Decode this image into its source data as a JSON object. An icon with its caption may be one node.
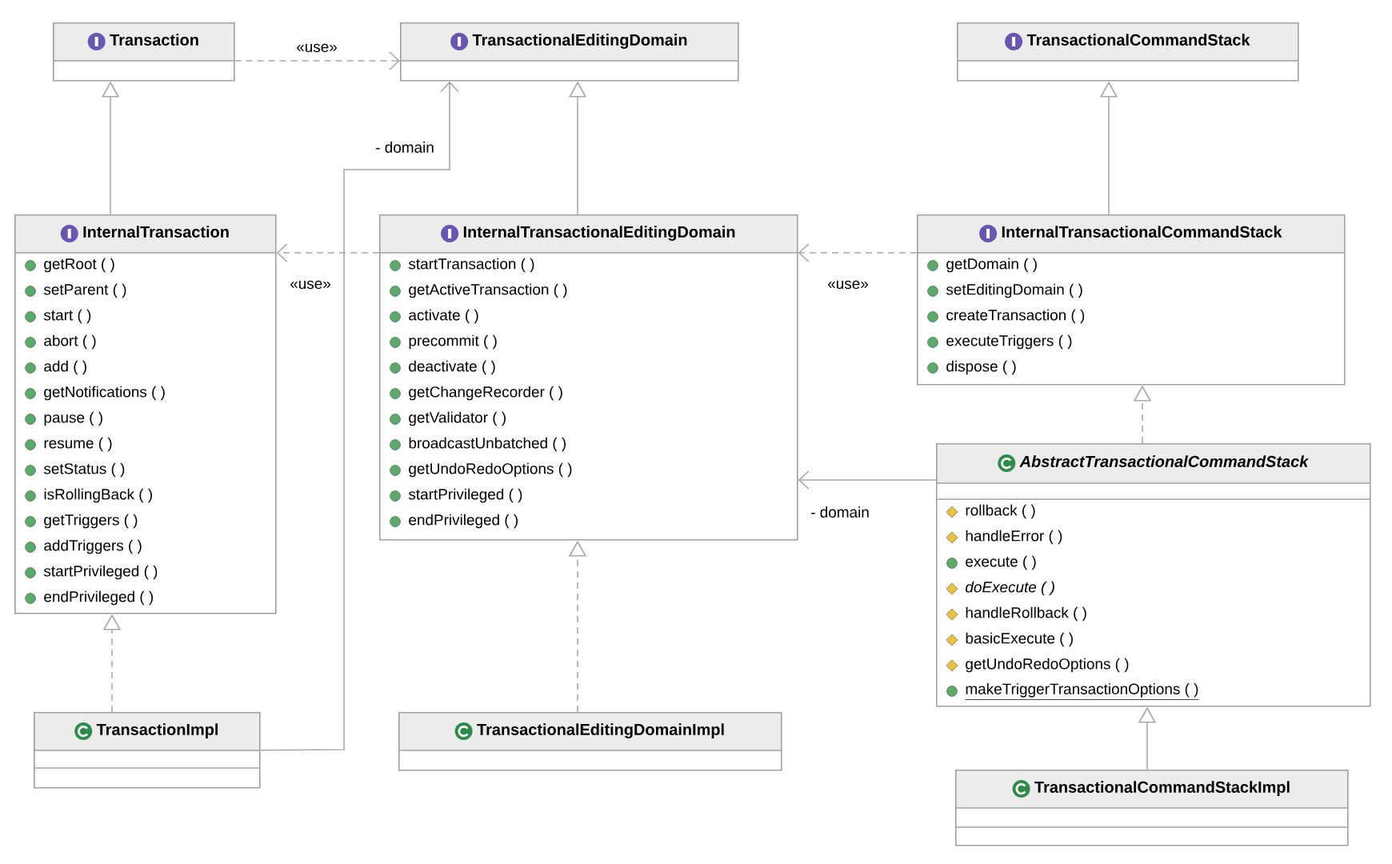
{
  "diagram": {
    "nodes": [
      {
        "text": [
          "Transaction"
        ]
      },
      {
        "text": [
          "TransactionalEditingDomain"
        ]
      },
      {
        "text": [
          "TransactionalCommandStack"
        ]
      },
      {
        "text": [
          "InternalTransaction",
          "getRoot ( )",
          "setParent ( )",
          "start ( )",
          "abort ( )",
          "add ( )",
          "getNotifications ( )",
          "pause ( )",
          "resume ( )",
          "setStatus ( )",
          "isRollingBack ( )",
          "getTriggers ( )",
          "addTriggers ( )",
          "startPrivileged ( )",
          "endPrivileged ( )"
        ]
      },
      {
        "text": [
          "InternalTransactionalEditingDomain",
          "startTransaction ( )",
          "getActiveTransaction ( )",
          "activate ( )",
          "precommit ( )",
          "deactivate ( )",
          "getChangeRecorder ( )",
          "getValidator ( )",
          "broadcastUnbatched ( )",
          "getUndoRedoOptions ( )",
          "startPrivileged ( )",
          "endPrivileged ( )"
        ]
      },
      {
        "text": [
          "InternalTransactionalCommandStack",
          "getDomain ( )",
          "setEditingDomain ( )",
          "createTransaction ( )",
          "executeTriggers ( )",
          "dispose ( )"
        ]
      },
      {
        "text": [
          "AbstractTransactionalCommandStack",
          "rollback ( )",
          "handleError ( )",
          "execute ( )",
          "doExecute ( )",
          "handleRollback ( )",
          "basicExecute ( )",
          "getUndoRedoOptions ( )",
          "makeTriggerTransactionOptions ( )"
        ]
      },
      {
        "text": [
          "TransactionImpl"
        ]
      },
      {
        "text": [
          "TransactionalEditingDomainImpl"
        ]
      },
      {
        "text": [
          "TransactionalCommandStackImpl"
        ]
      }
    ],
    "edges": [
      {
        "from": 0,
        "to": 1,
        "arrow": "to",
        "label": "«use»",
        "style": "dashed"
      },
      {
        "from": 3,
        "to": 0,
        "arrow": "to"
      },
      {
        "from": 4,
        "to": 1,
        "arrow": "to"
      },
      {
        "from": 5,
        "to": 2,
        "arrow": "to"
      },
      {
        "from": 4,
        "to": 3,
        "arrow": "to",
        "label": "«use»",
        "style": "dashed"
      },
      {
        "from": 5,
        "to": 4,
        "arrow": "to",
        "label": "«use»",
        "style": "dashed"
      },
      {
        "from": 7,
        "to": 3,
        "arrow": "to",
        "style": "dashed"
      },
      {
        "from": 8,
        "to": 4,
        "arrow": "to",
        "style": "dashed"
      },
      {
        "from": 6,
        "to": 5,
        "arrow": "to",
        "style": "dashed"
      },
      {
        "from": 9,
        "to": 6,
        "arrow": "to"
      },
      {
        "from": 7,
        "to": 1,
        "arrow": "to",
        "label": "- domain"
      },
      {
        "from": 6,
        "to": 4,
        "arrow": "to",
        "label": "- domain"
      }
    ]
  }
}
